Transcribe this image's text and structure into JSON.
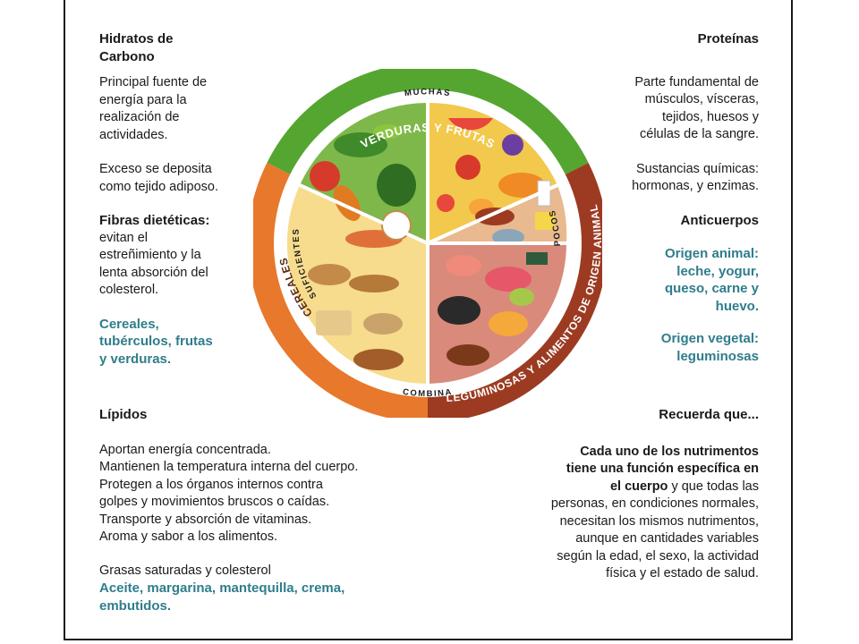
{
  "carbs": {
    "title_line1": "Hidratos de",
    "title_line2": "Carbono",
    "desc": [
      "Principal fuente de",
      "energía para la",
      "realización de",
      "actividades."
    ],
    "excess": [
      "Exceso se deposita",
      "como tejido adiposo."
    ],
    "fiber_title": "Fibras dietéticas:",
    "fiber_desc": [
      "evitan el",
      "estreñimiento y la",
      "lenta absorción del",
      "colesterol."
    ],
    "sources": [
      "Cereales,",
      "tubérculos, frutas",
      "y verduras."
    ]
  },
  "proteins": {
    "title": "Proteínas",
    "desc": [
      "Parte fundamental de",
      "músculos, vísceras,",
      "tejidos, huesos y",
      "células de la sangre."
    ],
    "chem": [
      "Sustancias químicas:",
      "hormonas, y enzimas."
    ],
    "antibodies": "Anticuerpos",
    "animal": [
      "Origen animal:",
      "leche, yogur,",
      "queso, carne y",
      "huevo."
    ],
    "vegetal": [
      "Origen vegetal:",
      "leguminosas"
    ]
  },
  "lipids": {
    "title": "Lípidos",
    "desc": [
      "Aportan energía concentrada.",
      "Mantienen la temperatura interna del cuerpo.",
      "Protegen a los órganos internos contra",
      "golpes y movimientos bruscos o caídas.",
      "Transporte y absorción de vitaminas.",
      "Aroma y sabor a los alimentos."
    ],
    "fats": "Grasas saturadas y colesterol",
    "sources": [
      "Aceite, margarina, mantequilla, crema,",
      "embutidos."
    ]
  },
  "remember": {
    "title": "Recuerda que...",
    "bold": [
      "Cada uno de los nutrimentos",
      "tiene una función específica en",
      "el cuerpo"
    ],
    "rest_first": " y que todas las",
    "rest": [
      "personas, en condiciones normales,",
      "necesitan los mismos nutrimentos,",
      "aunque en cantidades variables",
      "según la edad, el sexo, la actividad",
      "física y el estado de salud."
    ]
  },
  "plate": {
    "ring_veg": "VERDURAS Y FRUTAS",
    "ring_cereal": "CEREALES",
    "ring_legume": "LEGUMINOSAS Y ALIMENTOS DE ORIGEN ANIMAL",
    "lbl_muchas": "MUCHAS",
    "lbl_suficientes": "SUFICIENTES",
    "lbl_pocos": "POCOS",
    "lbl_combina": "COMBINA",
    "colors": {
      "green": "#55a630",
      "orange": "#e8782b",
      "brown": "#9c3b22"
    }
  }
}
